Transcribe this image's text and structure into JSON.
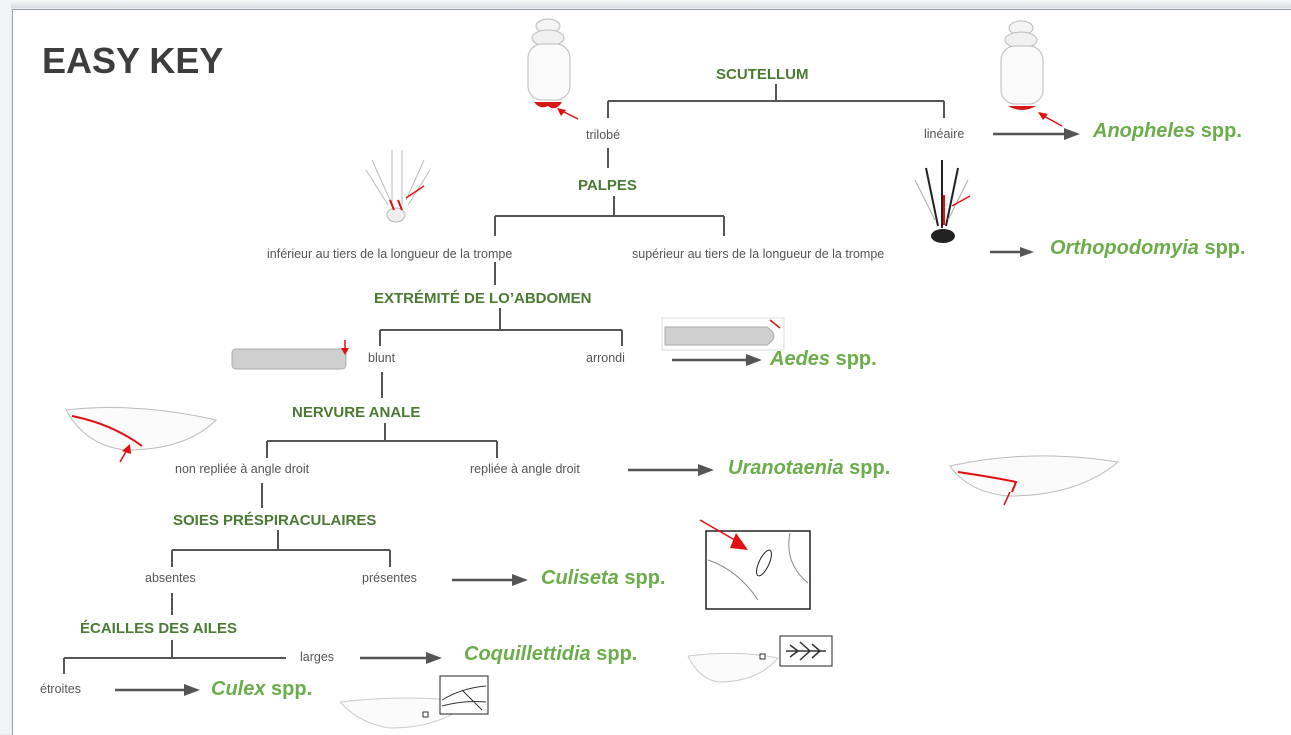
{
  "title": "EASY KEY",
  "steps": {
    "scutellum": {
      "heading": "SCUTELLUM",
      "opt_a": "trilobé",
      "opt_b": "linéaire"
    },
    "palpes": {
      "heading": "PALPES",
      "opt_a": "inférieur au tiers de la longueur de la trompe",
      "opt_b": "supérieur au tiers de la longueur de la trompe"
    },
    "abdomen": {
      "heading": "EXTRÉMITÉ DE LO’ABDOMEN",
      "opt_a": "blunt",
      "opt_b": "arrondi"
    },
    "nervure": {
      "heading": "NERVURE ANALE",
      "opt_a": "non repliée à angle droit",
      "opt_b": "repliée à angle droit"
    },
    "soies": {
      "heading": "SOIES PRÉSPIRACULAIRES",
      "opt_a": "absentes",
      "opt_b": "présentes"
    },
    "ecailles": {
      "heading": "ÉCAILLES DES AILES",
      "opt_a": "étroites",
      "opt_b": "larges"
    }
  },
  "results": {
    "anopheles": {
      "genus": "Anopheles",
      "suffix": " spp."
    },
    "orthopodomyia": {
      "genus": "Orthopodomyia",
      "suffix": " spp."
    },
    "aedes": {
      "genus": "Aedes",
      "suffix": " spp."
    },
    "uranotaenia": {
      "genus": "Uranotaenia",
      "suffix": " spp."
    },
    "culiseta": {
      "genus": "Culiseta",
      "suffix": " spp."
    },
    "coquillettidia": {
      "genus": "Coquillettidia",
      "suffix": " spp."
    },
    "culex": {
      "genus": "Culex",
      "suffix": " spp."
    }
  },
  "colors": {
    "heading": "#4b7a33",
    "result": "#6aad4a",
    "line": "#555555",
    "marker": "#e01010"
  }
}
